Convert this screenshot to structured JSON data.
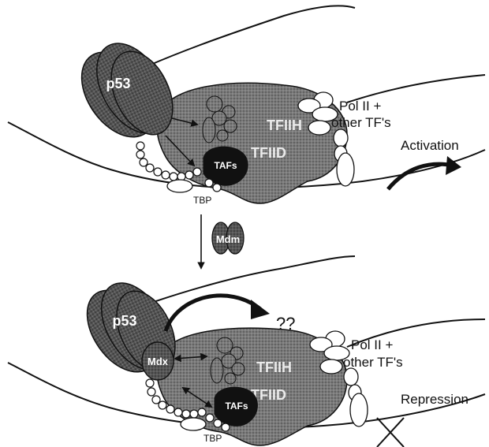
{
  "panel_top": {
    "p53_label": "p53",
    "tfiih_label": "TFIIH",
    "tfiid_label": "TFIID",
    "tafs_label": "TAFs",
    "tbp_label": "TBP",
    "polii_line1": "Pol II +",
    "polii_line2": "other TF's",
    "outcome_label": "Activation"
  },
  "transition": {
    "mdm2_label": "Mdm"
  },
  "panel_bottom": {
    "p53_label": "p53",
    "mdm_label": "Mdx",
    "tfiih_label": "TFIIH",
    "tfiid_label": "TFIID",
    "tafs_label": "TAFs",
    "tbp_label": "TBP",
    "polii_line1": "Pol II +",
    "polii_line2": "other TF's",
    "question_label": "??",
    "outcome_label": "Repression"
  },
  "colors": {
    "ink": "#111111",
    "complex_fill": "#6a6a6a",
    "p53_fill": "#5a5a5a",
    "taf_fill": "#111111",
    "paper": "#ffffff"
  }
}
